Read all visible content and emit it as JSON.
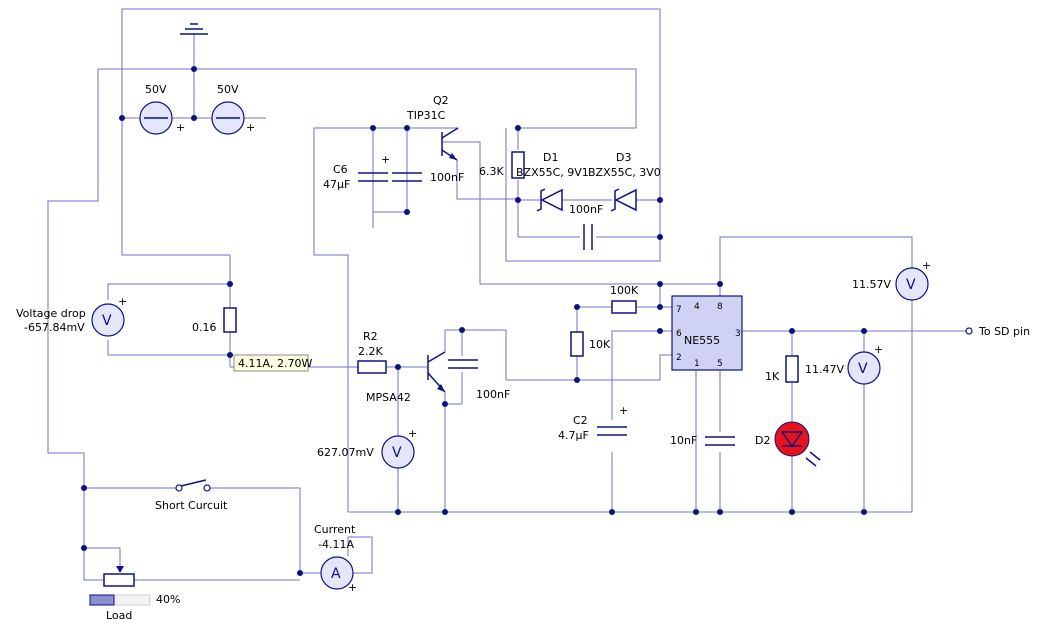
{
  "sources": {
    "v1_label": "50V",
    "v2_label": "50V"
  },
  "q2": {
    "ref": "Q2",
    "part": "TIP31C"
  },
  "c6": {
    "ref": "C6",
    "value": "47µF"
  },
  "c_100n_a": "100nF",
  "c_100n_b": "100nF",
  "c_100n_c": "100nF",
  "r_63k": "6.3K",
  "d1": {
    "ref": "D1",
    "part": "BZX55C, 9V1"
  },
  "d3": {
    "ref": "D3",
    "part": "BZX55C, 3V0"
  },
  "r_100k": "100K",
  "r_10k": "10K",
  "ic": {
    "part": "NE555",
    "pins": [
      "4",
      "8",
      "7",
      "6",
      "2",
      "3",
      "1",
      "5"
    ]
  },
  "voltage_drop": {
    "label": "Voltage drop",
    "value": "-657.84mV"
  },
  "r_shunt": "0.16",
  "tooltip": "4.11A, 2.70W",
  "r2": {
    "ref": "R2",
    "value": "2.2K"
  },
  "q_npn": "MPSA42",
  "vm_base": "627.07mV",
  "c2": {
    "ref": "C2",
    "value": "4.7µF"
  },
  "c_10n": "10nF",
  "r_1k": "1K",
  "d2": "D2",
  "vm_top": "11.57V",
  "vm_out": "11.47V",
  "sd_pin": "To SD pin",
  "short_circuit": "Short Curcuit",
  "current": {
    "label": "Current",
    "value": "-4.11A"
  },
  "load": {
    "percent": "40%",
    "label": "Load",
    "level_percent": 40
  },
  "meter_symbols": {
    "volt": "V",
    "amp": "A"
  },
  "plus_sign": "+",
  "colors": {
    "wire": "#6f73c8",
    "component": "#0d1280",
    "meter_fill": "#e4e6fb",
    "led": "#e8131a",
    "ic_fill": "#cfd2f2",
    "tooltip_bg": "#ffffe1"
  }
}
